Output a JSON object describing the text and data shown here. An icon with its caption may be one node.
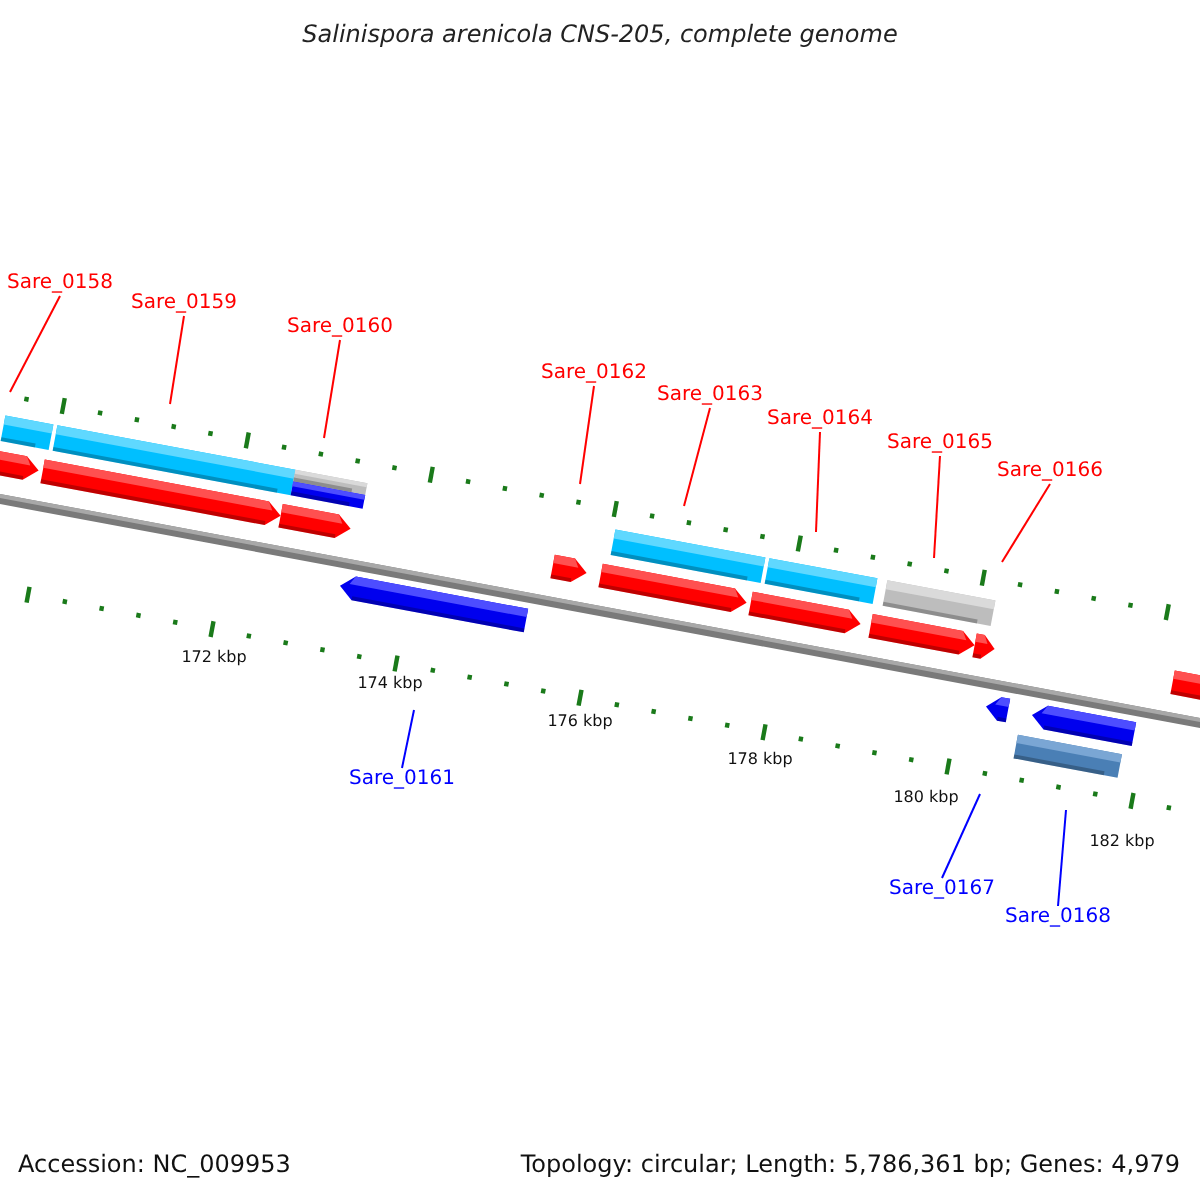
{
  "diagram": {
    "title": "Salinispora arenicola CNS-205, complete genome",
    "nodes": [
      {
        "text": [
          "Sare_0158"
        ]
      },
      {
        "text": [
          "Sare_0159"
        ]
      },
      {
        "text": [
          "Sare_0160"
        ]
      },
      {
        "text": [
          "Sare_0161"
        ]
      },
      {
        "text": [
          "Sare_0162"
        ]
      },
      {
        "text": [
          "Sare_0163"
        ]
      },
      {
        "text": [
          "Sare_0164"
        ]
      },
      {
        "text": [
          "Sare_0165"
        ]
      },
      {
        "text": [
          "Sare_0166"
        ]
      },
      {
        "text": [
          "Sare_0167"
        ]
      },
      {
        "text": [
          "Sare_0168"
        ]
      }
    ],
    "edges": [
      {
        "from": 0,
        "to": null,
        "arrow": "none"
      },
      {
        "from": 1,
        "to": null,
        "arrow": "none"
      },
      {
        "from": 2,
        "to": null,
        "arrow": "none"
      },
      {
        "from": 3,
        "to": null,
        "arrow": "none",
        "color": "#0000ff"
      },
      {
        "from": 4,
        "to": null,
        "arrow": "none"
      },
      {
        "from": 5,
        "to": null,
        "arrow": "none"
      },
      {
        "from": 6,
        "to": null,
        "arrow": "none"
      },
      {
        "from": 7,
        "to": null,
        "arrow": "none"
      },
      {
        "from": 8,
        "to": null,
        "arrow": "none"
      },
      {
        "from": 9,
        "to": null,
        "arrow": "none",
        "color": "#0000ff"
      },
      {
        "from": 10,
        "to": null,
        "arrow": "none",
        "color": "#0000ff"
      }
    ],
    "labels": [
      "172 kbp",
      "174 kbp",
      "176 kbp",
      "178 kbp",
      "180 kbp",
      "182 kbp",
      "Accession: NC_009953",
      "Topology: circular; Length: 5,786,361 bp; Genes: 4,979"
    ]
  }
}
